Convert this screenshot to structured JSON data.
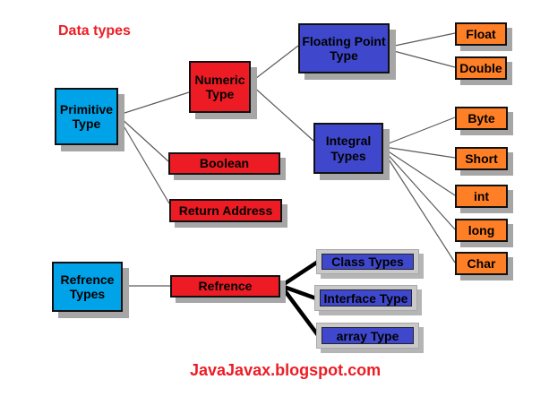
{
  "title": "Data types",
  "footer": "JavaJavax.blogspot.com",
  "colors": {
    "title_text": "#ED1C24",
    "footer_text": "#ED1C24",
    "cyan_fill": "#00A2E8",
    "red_fill": "#ED1C24",
    "blue_fill": "#3F48CC",
    "orange_fill": "#FF7F27",
    "frame_fill": "#C9C9C9",
    "shadow": "#A6A6A6",
    "thin_line": "#5B5B5B",
    "thick_line": "#000000"
  },
  "nodes": {
    "primitive": {
      "label": "Primitive Type"
    },
    "numeric": {
      "label": "Numeric Type"
    },
    "boolean": {
      "label": "Boolean"
    },
    "return_address": {
      "label": "Return Address"
    },
    "floating_point": {
      "label": "Floating Point Type"
    },
    "float": {
      "label": "Float"
    },
    "double": {
      "label": "Double"
    },
    "integral": {
      "label": "Integral Types"
    },
    "byte": {
      "label": "Byte"
    },
    "short": {
      "label": "Short"
    },
    "int": {
      "label": "int"
    },
    "long": {
      "label": "long"
    },
    "char": {
      "label": "Char"
    },
    "reference_types": {
      "label": "Refrence Types"
    },
    "reference": {
      "label": "Refrence"
    },
    "class_types": {
      "label": "Class Types"
    },
    "interface_type": {
      "label": "Interface Type"
    },
    "array_type": {
      "label": "array Type"
    }
  },
  "edges": [
    {
      "from": "primitive",
      "to": "numeric",
      "weight": "thin"
    },
    {
      "from": "primitive",
      "to": "boolean",
      "weight": "thin"
    },
    {
      "from": "primitive",
      "to": "return_address",
      "weight": "thin"
    },
    {
      "from": "numeric",
      "to": "floating_point",
      "weight": "thin"
    },
    {
      "from": "numeric",
      "to": "integral",
      "weight": "thin"
    },
    {
      "from": "floating_point",
      "to": "float",
      "weight": "thin"
    },
    {
      "from": "floating_point",
      "to": "double",
      "weight": "thin"
    },
    {
      "from": "integral",
      "to": "byte",
      "weight": "thin"
    },
    {
      "from": "integral",
      "to": "short",
      "weight": "thin"
    },
    {
      "from": "integral",
      "to": "int",
      "weight": "thin"
    },
    {
      "from": "integral",
      "to": "long",
      "weight": "thin"
    },
    {
      "from": "integral",
      "to": "char",
      "weight": "thin"
    },
    {
      "from": "reference_types",
      "to": "reference",
      "weight": "thin"
    },
    {
      "from": "reference",
      "to": "class_types",
      "weight": "thick"
    },
    {
      "from": "reference",
      "to": "interface_type",
      "weight": "thick"
    },
    {
      "from": "reference",
      "to": "array_type",
      "weight": "thick"
    }
  ]
}
